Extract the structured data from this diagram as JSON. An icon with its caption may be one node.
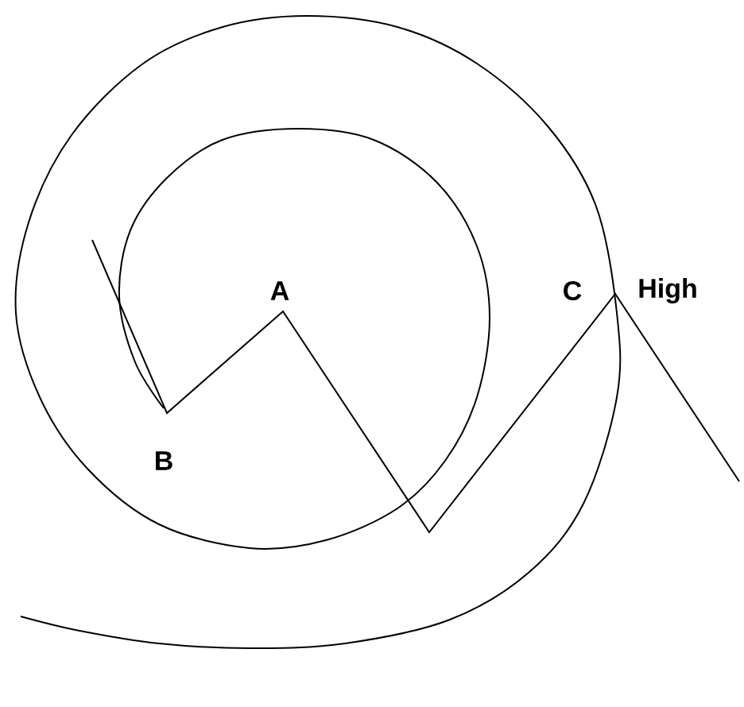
{
  "diagram": {
    "labels": [
      "A",
      "C",
      "High",
      "B"
    ]
  }
}
